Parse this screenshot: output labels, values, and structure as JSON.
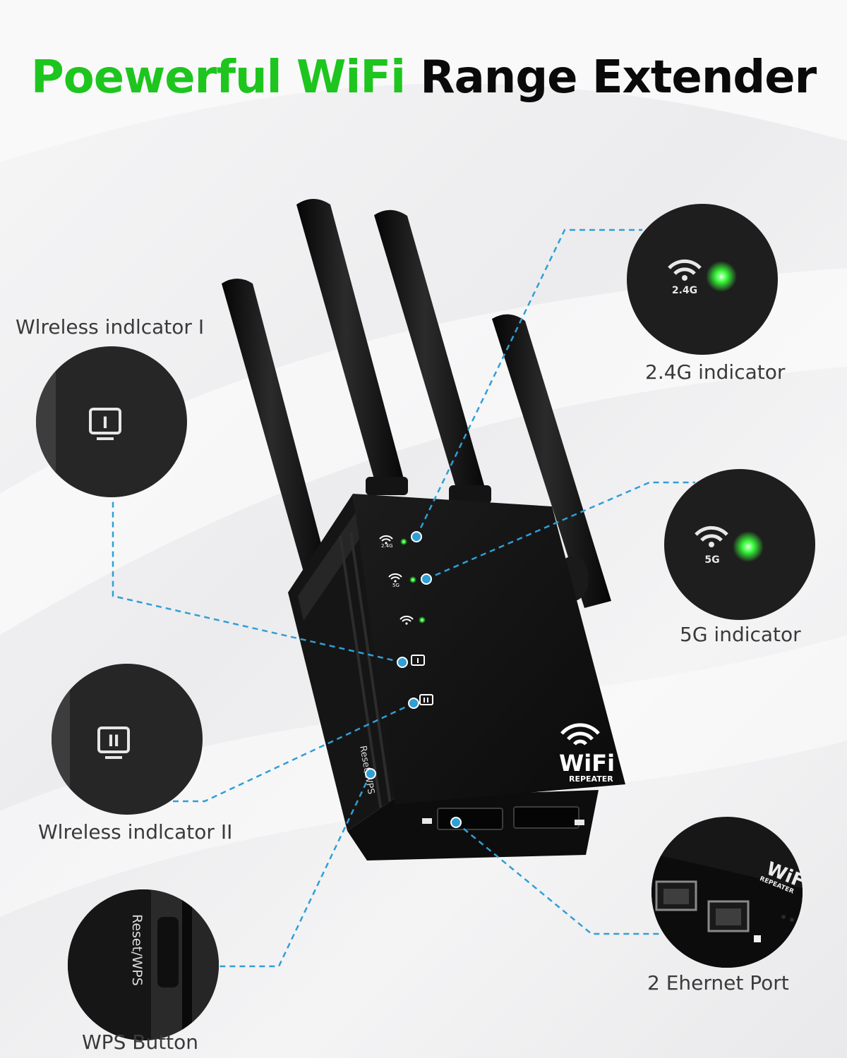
{
  "headline": {
    "highlight": "Poewerful WiFi",
    "rest": "Range Extender",
    "highlight_color": "#1ec51e"
  },
  "device": {
    "brand_text": "WiFi",
    "brand_subtext": "REPEATER",
    "side_label": "Reset/WPS",
    "indicators": [
      "2.4G",
      "5G"
    ],
    "icon_names": [
      "antenna-icon",
      "wifi-icon",
      "monitor-icon",
      "ethernet-port-icon"
    ]
  },
  "callouts": {
    "wireless_1": {
      "label": "Wlreless indlcator  I",
      "icon_glyph": "I"
    },
    "wireless_2": {
      "label": "Wlreless indlcator  II",
      "icon_glyph": "II"
    },
    "wps": {
      "label": "WPS Button",
      "side_text": "Reset/WPS"
    },
    "g24": {
      "label": "2.4G indicator",
      "icon_text": "2.4G"
    },
    "g5": {
      "label": "5G indicator",
      "icon_text": "5G"
    },
    "ethernet": {
      "label": "2 Ehernet Port",
      "brand_text": "WiFi",
      "brand_subtext": "REPEATER"
    }
  },
  "colors": {
    "led_green": "#39ff3a",
    "connector_blue": "#2f9fd6",
    "device_black": "#111111"
  }
}
